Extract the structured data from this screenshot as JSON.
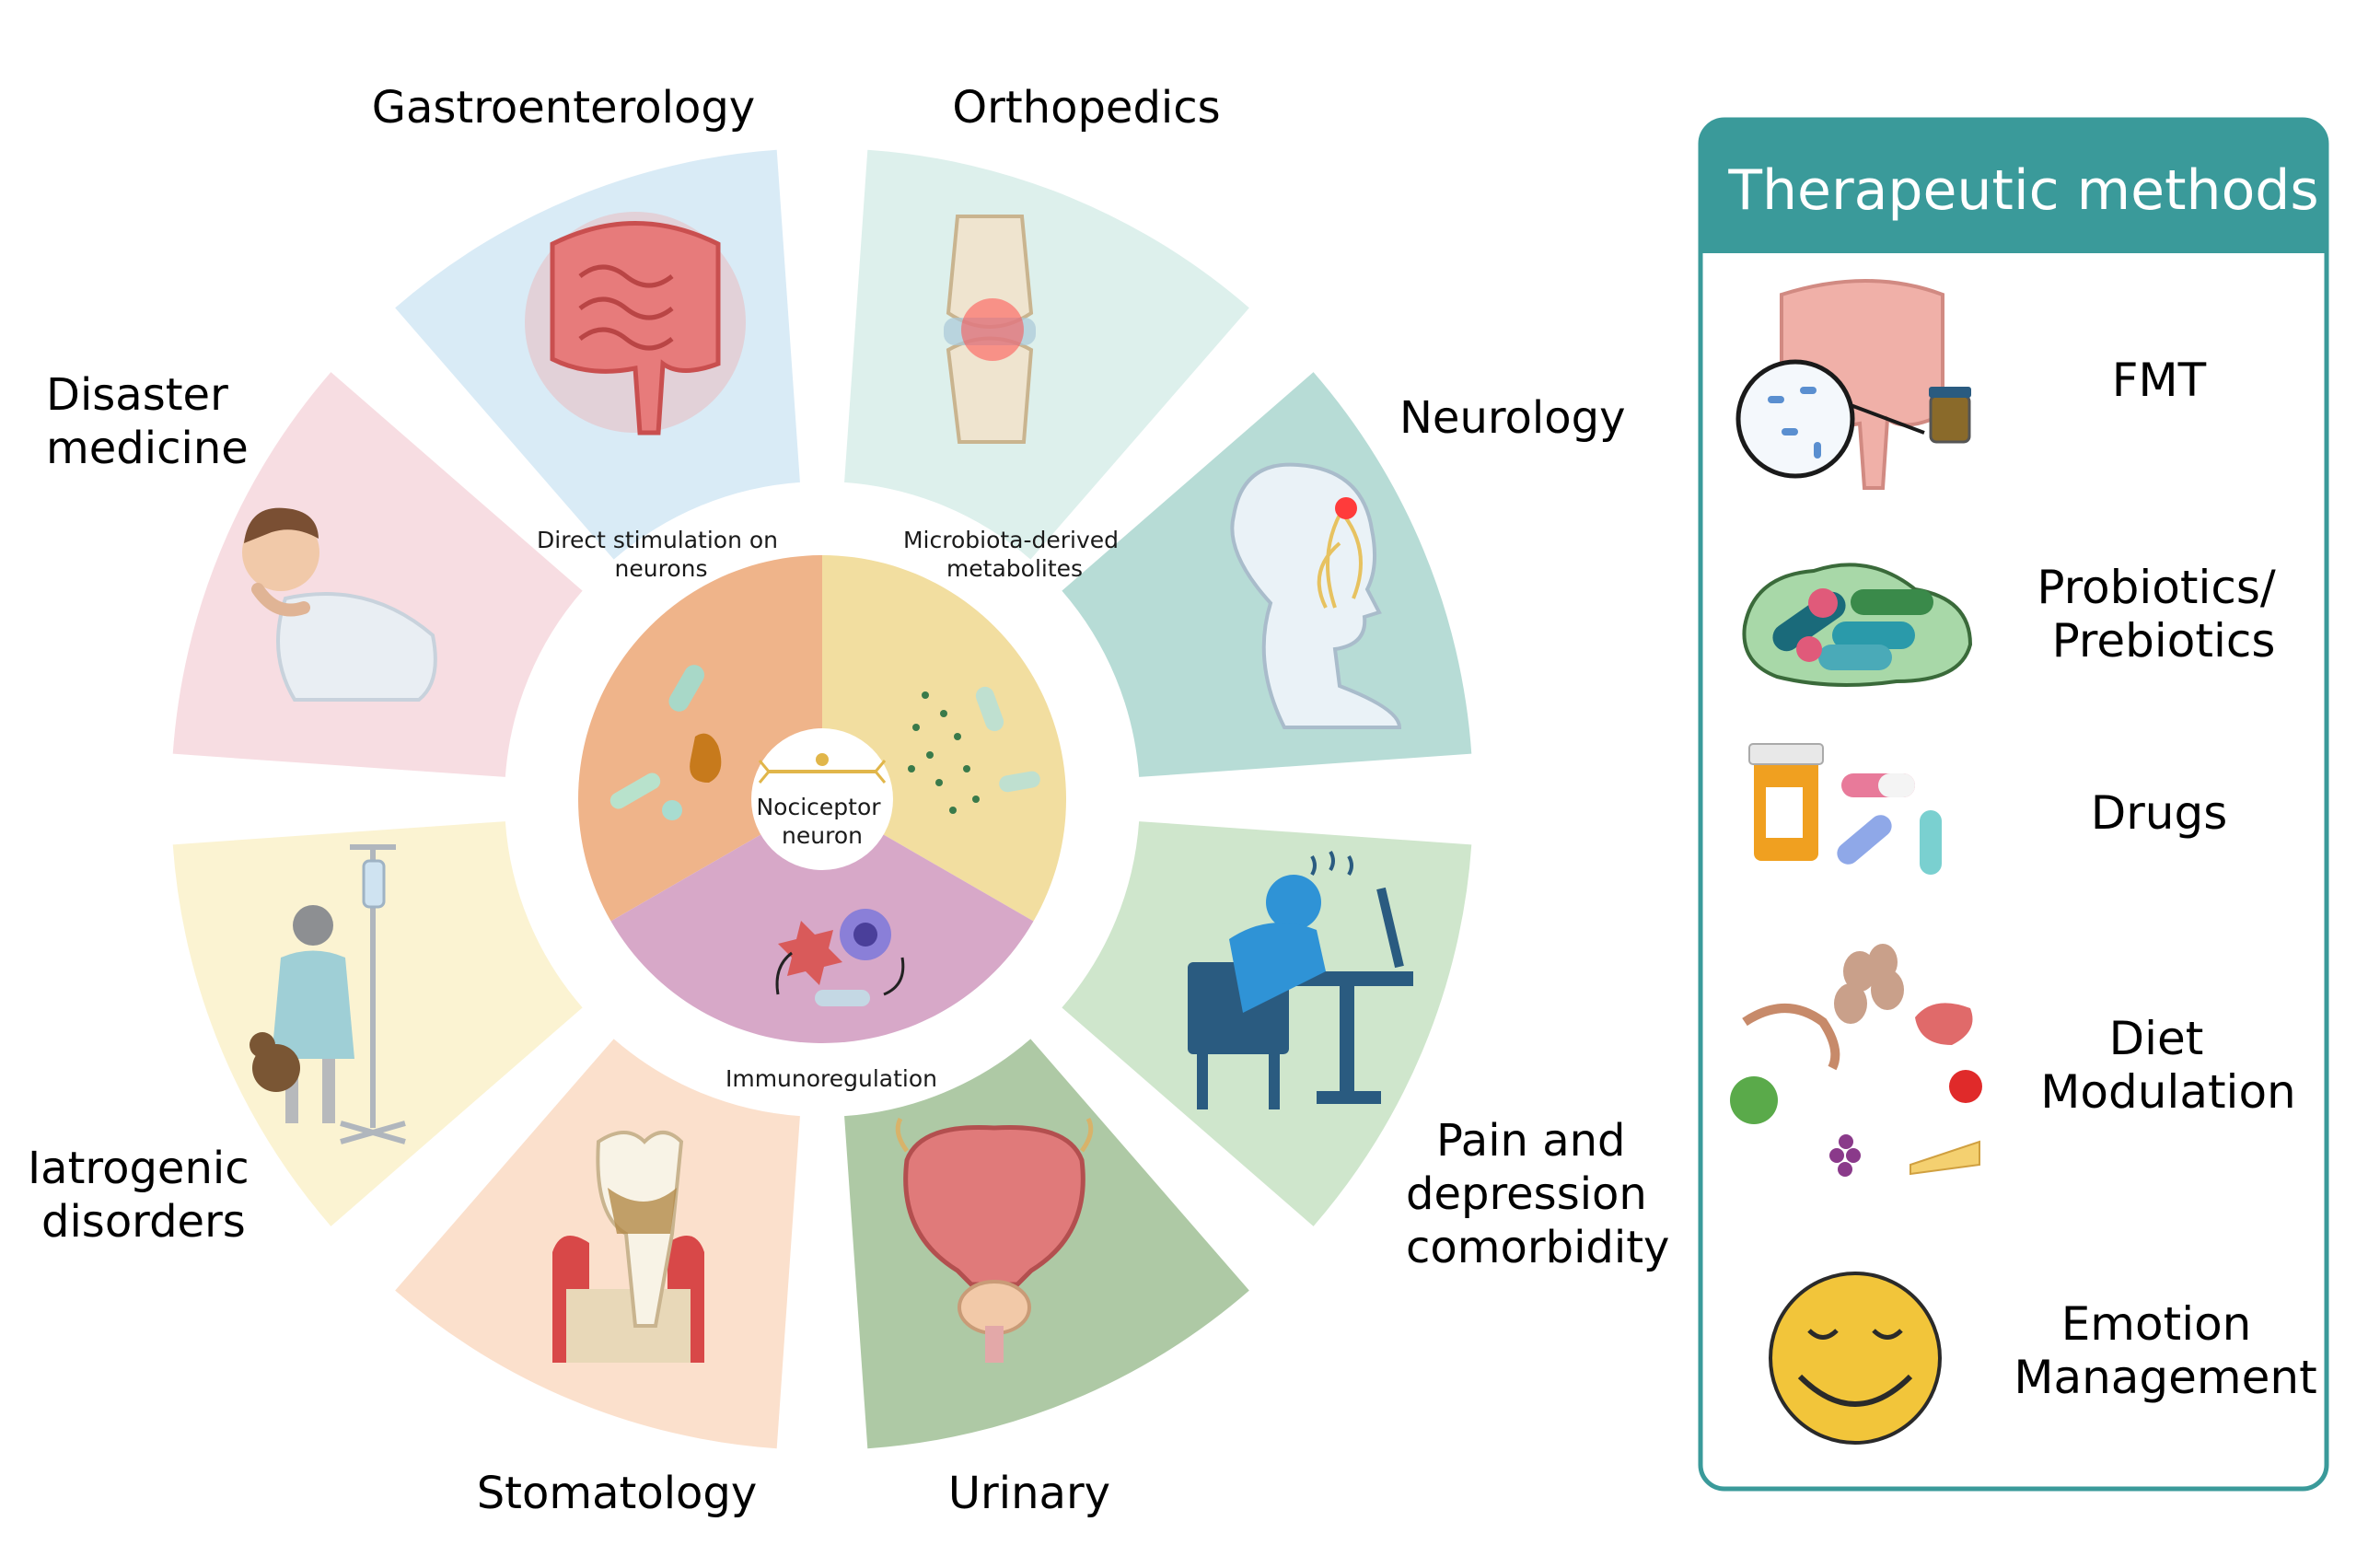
{
  "wheel": {
    "center_label_line1": "Nociceptor",
    "center_label_line2": "neuron",
    "inner_sectors": [
      {
        "line1": "Direct stimulation on",
        "line2": "neurons",
        "color": "#efb48a"
      },
      {
        "line1": "Microbiota-derived",
        "line2": "metabolites",
        "color": "#f2dea0"
      },
      {
        "line1": "Immunoregulation",
        "line2": "",
        "color": "#d7a8c8"
      }
    ],
    "segments": [
      {
        "label_line1": "Gastroenterology",
        "label_line2": "",
        "label_line3": "",
        "color": "#d9ebf6",
        "icon": "intestine-icon"
      },
      {
        "label_line1": "Orthopedics",
        "label_line2": "",
        "label_line3": "",
        "color": "#ddf0ec",
        "icon": "knee-joint-icon"
      },
      {
        "label_line1": "Neurology",
        "label_line2": "",
        "label_line3": "",
        "color": "#b7dcd6",
        "icon": "head-nerve-icon"
      },
      {
        "label_line1": "Pain and",
        "label_line2": "depression",
        "label_line3": "comorbidity",
        "color": "#cfe6cc",
        "icon": "depressed-person-icon"
      },
      {
        "label_line1": "Urinary",
        "label_line2": "",
        "label_line3": "",
        "color": "#aec9a5",
        "icon": "bladder-icon"
      },
      {
        "label_line1": "Stomatology",
        "label_line2": "",
        "label_line3": "",
        "color": "#fbe0cc",
        "icon": "tooth-icon"
      },
      {
        "label_line1": "Iatrogenic",
        "label_line2": "disorders",
        "label_line3": "",
        "color": "#fbf3d2",
        "icon": "iv-drip-patient-icon"
      },
      {
        "label_line1": "Disaster",
        "label_line2": "medicine",
        "label_line3": "",
        "color": "#f7dde2",
        "icon": "sick-person-icon"
      }
    ]
  },
  "panel": {
    "title": "Therapeutic methods",
    "accent_color": "#3a9a9a",
    "methods": [
      {
        "line1": "FMT",
        "line2": "",
        "icon": "fmt-intestine-icon"
      },
      {
        "line1": "Probiotics/",
        "line2": "Prebiotics",
        "icon": "probiotics-capsules-icon"
      },
      {
        "line1": "Drugs",
        "line2": "",
        "icon": "pills-bottle-icon"
      },
      {
        "line1": "Diet",
        "line2": "Modulation",
        "icon": "food-icon"
      },
      {
        "line1": "Emotion",
        "line2": "Management",
        "icon": "smiley-face-icon"
      }
    ]
  }
}
